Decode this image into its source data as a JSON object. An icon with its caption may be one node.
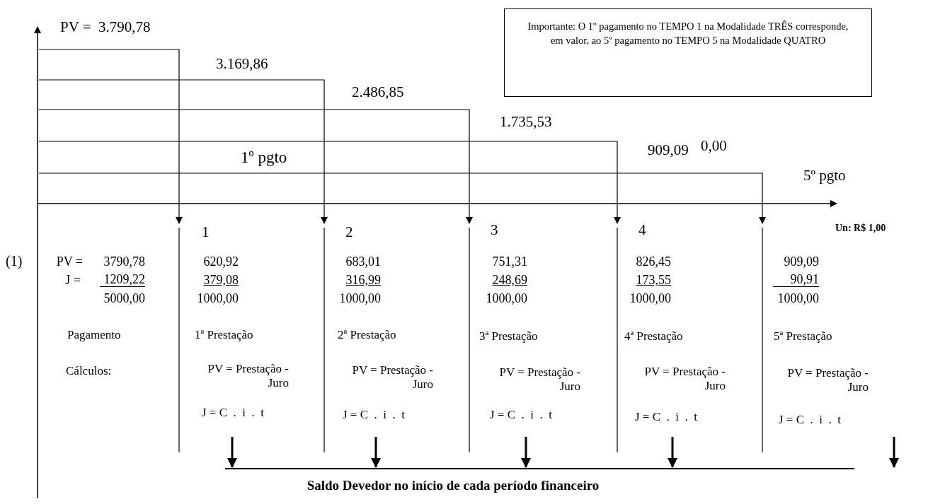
{
  "diagram": {
    "nodes": [
      {
        "text": [
          "Importante: O 1º pagamento no TEMPO 1 na Modalidade TRÊS corresponde, em valor, ao 5º pagamento no TEMPO 5 na Modalidade QUATRO"
        ]
      }
    ],
    "labels": [
      "PV =  3.790,78",
      "3.169,86",
      "2.486,85",
      "1.735,53",
      "1º pgto",
      "909,09",
      "0,00",
      "5º pgto",
      "1",
      "2",
      "3",
      "4",
      "Un: R$ 1,00",
      "(1)",
      "PV =",
      "3790,78",
      "620,92",
      "683,01",
      "751,31",
      "826,45",
      "909,09",
      "J =",
      "1209,22",
      "379,08",
      "316,99",
      "248,69",
      "173,55",
      "90,91",
      "5000,00",
      "1000,00",
      "1000,00",
      "1000,00",
      "1000,00",
      "1000,00",
      "Pagamento",
      "1ª Prestação",
      "2ª Prestação",
      "3ª Prestação",
      "4ª Prestação",
      "5ª Prestação",
      "Cálculos:",
      "PV = Prestação - Juro",
      "PV = Prestação - Juro",
      "PV = Prestação - Juro",
      "PV = Prestação - Juro",
      "PV = Prestação - Juro",
      "J = C  .  i  .  t",
      "J = C  .  i  .  t",
      "J = C  .  i  .  t",
      "J = C  .  i  .  t",
      "J = C  .  i  .  t",
      "Saldo Devedor no início de cada período financeiro"
    ]
  }
}
